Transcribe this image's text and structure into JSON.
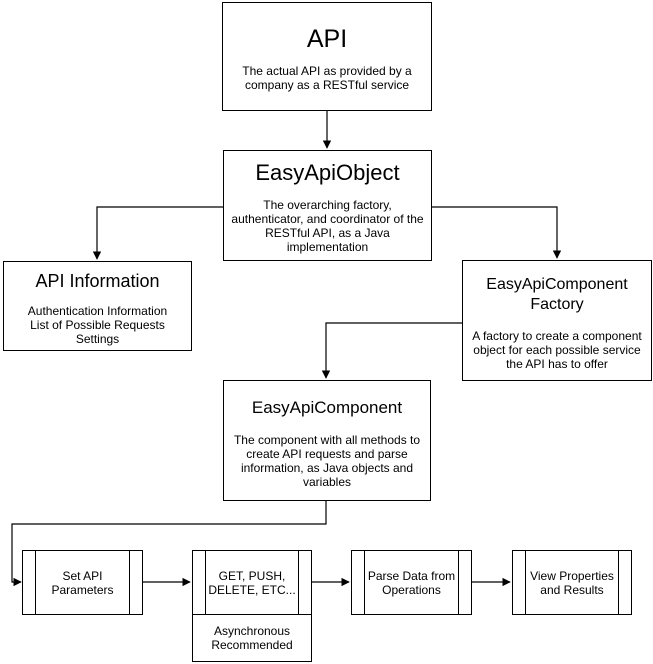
{
  "nodes": {
    "api": {
      "title": "API",
      "desc_line1": "The actual API as provided by a",
      "desc_line2": "company as a RESTful service"
    },
    "easy_api_object": {
      "title": "EasyApiObject",
      "desc_line1": "The overarching factory,",
      "desc_line2": "authenticator, and coordinator of the",
      "desc_line3": "RESTful API, as a Java",
      "desc_line4": "implementation"
    },
    "api_information": {
      "title": "API Information",
      "desc_line1": "Authentication Information",
      "desc_line2": "List of Possible Requests",
      "desc_line3": "Settings"
    },
    "component_factory": {
      "title_line1": "EasyApiComponent",
      "title_line2": "Factory",
      "desc_line1": "A factory to create a component",
      "desc_line2": "object for each possible service",
      "desc_line3": "the API has to offer"
    },
    "easy_api_component": {
      "title": "EasyApiComponent",
      "desc_line1": "The component with all methods to",
      "desc_line2": "create API requests and parse",
      "desc_line3": "information, as Java objects and",
      "desc_line4": "variables"
    }
  },
  "steps": [
    {
      "line1": "Set API",
      "line2": "Parameters"
    },
    {
      "line1": "GET, PUSH,",
      "line2": "DELETE, ETC..."
    },
    {
      "line1": "Parse Data from",
      "line2": "Operations"
    },
    {
      "line1": "View Properties",
      "line2": "and Results"
    }
  ],
  "note": {
    "line1": "Asynchronous",
    "line2": "Recommended"
  }
}
